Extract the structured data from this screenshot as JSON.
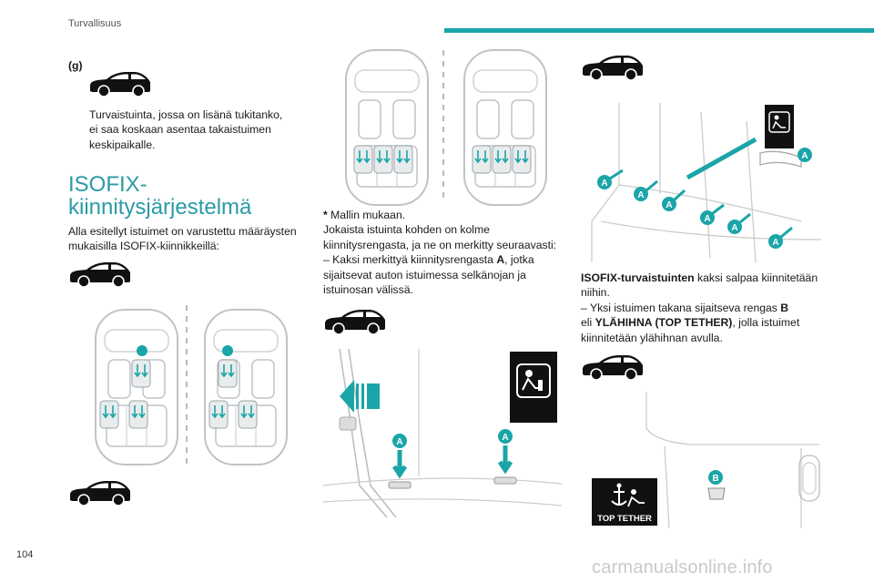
{
  "header": {
    "section": "Turvallisuus",
    "accent": "#1aa5a8"
  },
  "page_number": "104",
  "watermark": "carmanualsonline.info",
  "col1": {
    "footnote_mark": "(g)",
    "note_lines": [
      "Turvaistuinta, jossa on lisänä tukitanko,",
      "ei saa koskaan asentaa takaistuimen",
      "keskipaikalle."
    ],
    "heading_lines": [
      "ISOFIX-",
      "kiinnitysjärjestelmä"
    ],
    "intro_lines": [
      "Alla esitellyt istuimet on varustettu määräysten",
      "mukaisilla ISOFIX-kiinnikkeillä:"
    ]
  },
  "col2": {
    "star": "*",
    "line1": "Mallin mukaan.",
    "line2": "Jokaista istuinta kohden on kolme",
    "line3": "kiinnitysrengasta, ja ne on merkitty seuraavasti:",
    "line4_prefix": "–  Kaksi merkittyä kiinnitysrengasta ",
    "line4_bold": "A",
    "line4_suffix": ", jotka",
    "line5": "sijaitsevat auton istuimessa selkänojan ja",
    "line6": "istuinosan välissä.",
    "label_a": "A"
  },
  "col3": {
    "bold_lead": "ISOFIX-turvaistuinten",
    "lead_rest": " kaksi salpaa kiinnitetään",
    "line2": "niihin.",
    "line3_prefix": "–  Yksi istuimen takana sijaitseva rengas ",
    "line3_bold": "B",
    "line4_prefix": "eli ",
    "line4_bold": "YLÄHIHNA (TOP TETHER)",
    "line4_suffix": ", jolla istuimet",
    "line5": "kiinnitetään ylähihnan avulla.",
    "label_a": "A",
    "label_b": "B",
    "top_tether_label": "TOP TETHER"
  }
}
